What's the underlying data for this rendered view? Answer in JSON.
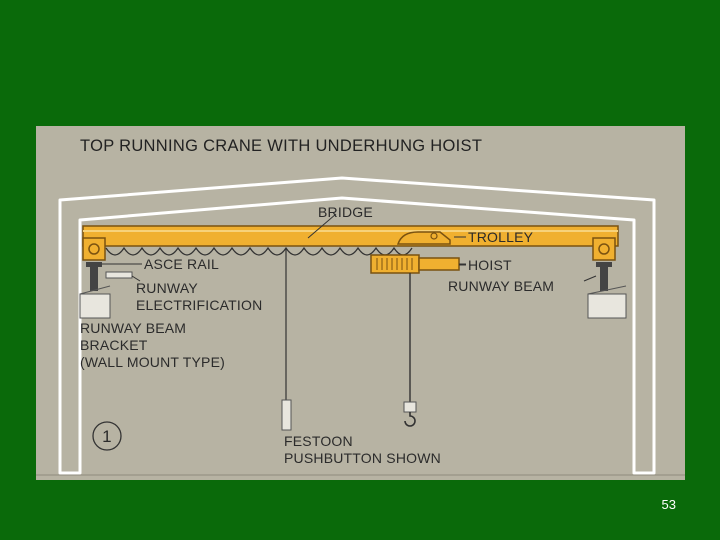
{
  "diagram": {
    "title": "TOP RUNNING CRANE WITH UNDERHUNG HOIST",
    "labels": {
      "bridge": "BRIDGE",
      "trolley": "TROLLEY",
      "asce_rail": "ASCE RAIL",
      "hoist": "HOIST",
      "runway_electrification_1": "RUNWAY",
      "runway_electrification_2": "ELECTRIFICATION",
      "runway_beam": "RUNWAY BEAM",
      "bracket_1": "RUNWAY BEAM",
      "bracket_2": "BRACKET",
      "bracket_3": "(WALL MOUNT TYPE)",
      "festoon_1": "FESTOON",
      "festoon_2": "PUSHBUTTON SHOWN"
    },
    "figure_number": "1",
    "colors": {
      "panel": "#b7b3a3",
      "frame": "#ffffff",
      "beam": "#f0b030",
      "beam_outline": "#7a5210",
      "line": "#333333"
    }
  },
  "slide": {
    "background": "#0a6a0a",
    "page_number": "53"
  }
}
